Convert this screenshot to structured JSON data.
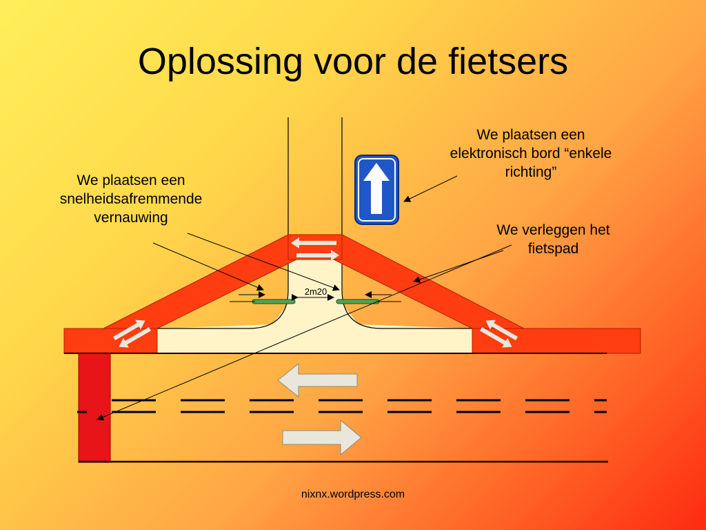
{
  "slide": {
    "title": "Oplossing voor de fietsers",
    "footer": "nixnx.wordpress.com"
  },
  "annotations": {
    "speed_reduction": [
      "We plaatsen een",
      "snelheidsafremmende",
      "vernauwing"
    ],
    "electronic_sign": [
      "We plaatsen een",
      "elektronisch bord “enkele",
      "richting”"
    ],
    "bike_path": [
      "We verleggen het",
      "fietspad"
    ]
  },
  "dimension": {
    "width_label": "2m20"
  },
  "colors": {
    "bike_path_red": "#ff3d10",
    "vertical_path_red": "#e8141a",
    "road_white": "#fff4c8",
    "sign_blue": "#2057c8",
    "narrowing_green": "#55a352",
    "arrow_gray": "#e9e7dc"
  },
  "icons": {
    "traffic_sign": "one-way-arrow-sign-icon",
    "traffic_arrows": [
      "arrow-left-icon",
      "arrow-right-icon"
    ]
  }
}
